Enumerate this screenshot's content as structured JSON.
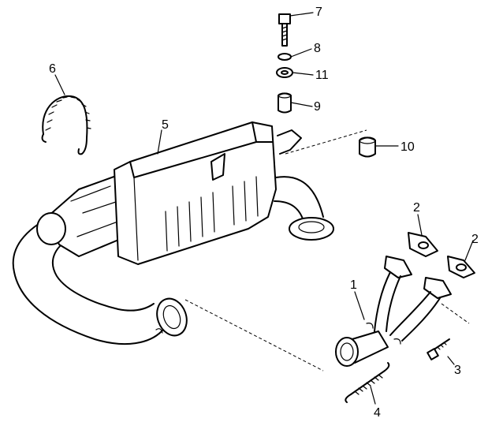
{
  "callouts": {
    "c1": "1",
    "c2a": "2",
    "c2b": "2",
    "c3": "3",
    "c4": "4",
    "c5": "5",
    "c6": "6",
    "c7": "7",
    "c8": "8",
    "c9": "9",
    "c10": "10",
    "c11": "11"
  },
  "colors": {
    "ink": "#000000",
    "paper": "#ffffff"
  }
}
